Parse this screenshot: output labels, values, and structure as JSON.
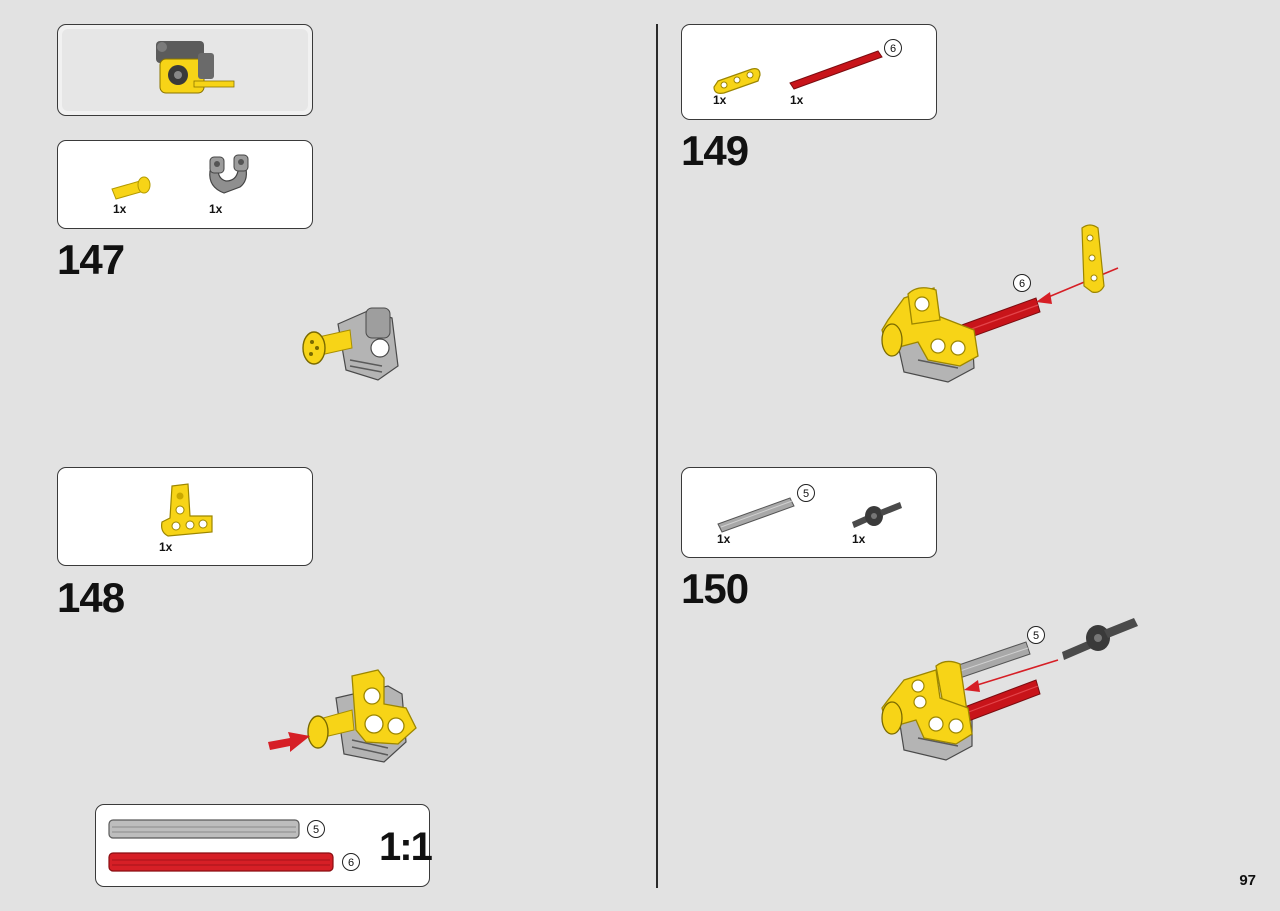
{
  "page": {
    "number": "97"
  },
  "colors": {
    "yellow": "#f7d417",
    "yellow_dark": "#c9a800",
    "gray_light": "#bfbfbf",
    "gray_dark": "#5b5b5b",
    "red": "#c8141a",
    "arrow_red": "#d61f26",
    "background": "#e2e2e2"
  },
  "left": {
    "subassembly": {
      "icon": "subassembly-preview-icon"
    },
    "step147": {
      "number": "147",
      "parts": [
        {
          "qty": "1x",
          "icon": "yellow-axle-pin-icon"
        },
        {
          "qty": "1x",
          "icon": "gray-connector-icon"
        }
      ]
    },
    "step148": {
      "number": "148",
      "parts": [
        {
          "qty": "1x",
          "icon": "yellow-t-beam-icon"
        }
      ]
    },
    "ruler": {
      "scale": "1:1",
      "items": [
        {
          "length": "5",
          "color": "gray"
        },
        {
          "length": "6",
          "color": "red"
        }
      ]
    }
  },
  "right": {
    "step149": {
      "number": "149",
      "parts": [
        {
          "qty": "1x",
          "icon": "yellow-beam-3-icon"
        },
        {
          "qty": "1x",
          "length": "6",
          "icon": "red-axle-icon"
        }
      ],
      "callout_length": "6"
    },
    "step150": {
      "number": "150",
      "parts": [
        {
          "qty": "1x",
          "length": "5",
          "icon": "gray-axle-icon"
        },
        {
          "qty": "1x",
          "icon": "dark-gray-connector-icon"
        }
      ],
      "callout_length": "5"
    }
  }
}
